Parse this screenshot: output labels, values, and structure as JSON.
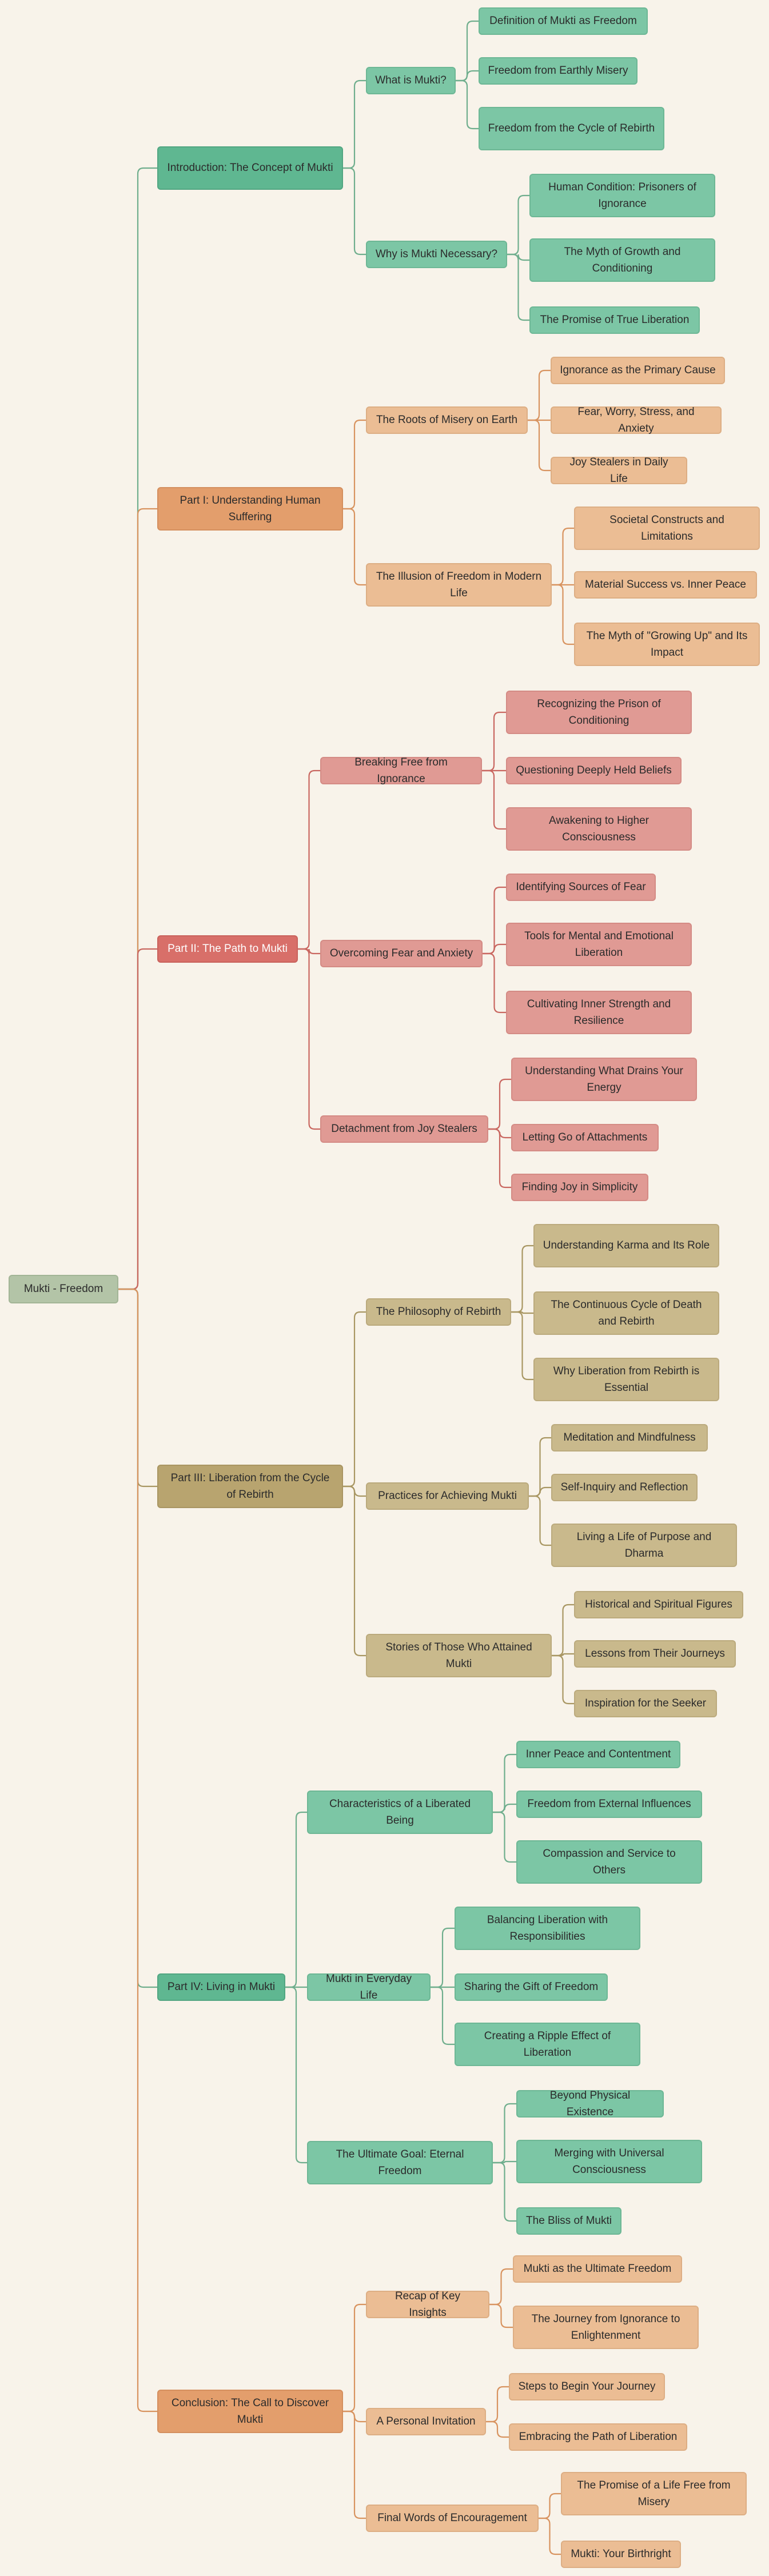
{
  "mindmap": {
    "root": "Mukti - Freedom",
    "sections": [
      {
        "title": "Introduction: The Concept of Mukti",
        "branches": [
          {
            "title": "What is Mukti?",
            "items": [
              "Definition of Mukti as Freedom",
              "Freedom from Earthly Misery",
              "Freedom from the Cycle of Rebirth"
            ]
          },
          {
            "title": "Why is Mukti Necessary?",
            "items": [
              "Human Condition: Prisoners of Ignorance",
              "The Myth of Growth and Conditioning",
              "The Promise of True Liberation"
            ]
          }
        ]
      },
      {
        "title": "Part I: Understanding Human Suffering",
        "branches": [
          {
            "title": "The Roots of Misery on Earth",
            "items": [
              "Ignorance as the Primary Cause",
              "Fear, Worry, Stress, and Anxiety",
              "Joy Stealers in Daily Life"
            ]
          },
          {
            "title": "The Illusion of Freedom in Modern Life",
            "items": [
              "Societal Constructs and Limitations",
              "Material Success vs. Inner Peace",
              "The Myth of \"Growing Up\" and Its Impact"
            ]
          }
        ]
      },
      {
        "title": "Part II: The Path to Mukti",
        "branches": [
          {
            "title": "Breaking Free from Ignorance",
            "items": [
              "Recognizing the Prison of Conditioning",
              "Questioning Deeply Held Beliefs",
              "Awakening to Higher Consciousness"
            ]
          },
          {
            "title": "Overcoming Fear and Anxiety",
            "items": [
              "Identifying Sources of Fear",
              "Tools for Mental and Emotional Liberation",
              "Cultivating Inner Strength and Resilience"
            ]
          },
          {
            "title": "Detachment from Joy Stealers",
            "items": [
              "Understanding What Drains Your Energy",
              "Letting Go of Attachments",
              "Finding Joy in Simplicity"
            ]
          }
        ]
      },
      {
        "title": "Part III: Liberation from the Cycle of Rebirth",
        "branches": [
          {
            "title": "The Philosophy of Rebirth",
            "items": [
              "Understanding Karma and Its Role",
              "The Continuous Cycle of Death and Rebirth",
              "Why Liberation from Rebirth is Essential"
            ]
          },
          {
            "title": "Practices for Achieving Mukti",
            "items": [
              "Meditation and Mindfulness",
              "Self-Inquiry and Reflection",
              "Living a Life of Purpose and Dharma"
            ]
          },
          {
            "title": "Stories of Those Who Attained Mukti",
            "items": [
              "Historical and Spiritual Figures",
              "Lessons from Their Journeys",
              "Inspiration for the Seeker"
            ]
          }
        ]
      },
      {
        "title": "Part IV: Living in Mukti",
        "branches": [
          {
            "title": "Characteristics of a Liberated Being",
            "items": [
              "Inner Peace and Contentment",
              "Freedom from External Influences",
              "Compassion and Service to Others"
            ]
          },
          {
            "title": "Mukti in Everyday Life",
            "items": [
              "Balancing Liberation with Responsibilities",
              "Sharing the Gift of Freedom",
              "Creating a Ripple Effect of Liberation"
            ]
          },
          {
            "title": "The Ultimate Goal: Eternal Freedom",
            "items": [
              "Beyond Physical Existence",
              "Merging with Universal Consciousness",
              "The Bliss of Mukti"
            ]
          }
        ]
      },
      {
        "title": "Conclusion: The Call to Discover Mukti",
        "branches": [
          {
            "title": "Recap of Key Insights",
            "items": [
              "Mukti as the Ultimate Freedom",
              "The Journey from Ignorance to Enlightenment"
            ]
          },
          {
            "title": "A Personal Invitation",
            "items": [
              "Steps to Begin Your Journey",
              "Embracing the Path of Liberation"
            ]
          },
          {
            "title": "Final Words of Encouragement",
            "items": [
              "The Promise of a Life Free from Misery",
              "Mukti: Your Birthright"
            ]
          }
        ]
      }
    ]
  },
  "colors": {
    "background": "#f8f3ea",
    "root": "#b3c4a7",
    "green": "#5fb791",
    "orange": "#e39e6c",
    "red": "#d86f69",
    "khaki": "#b8a46f"
  }
}
